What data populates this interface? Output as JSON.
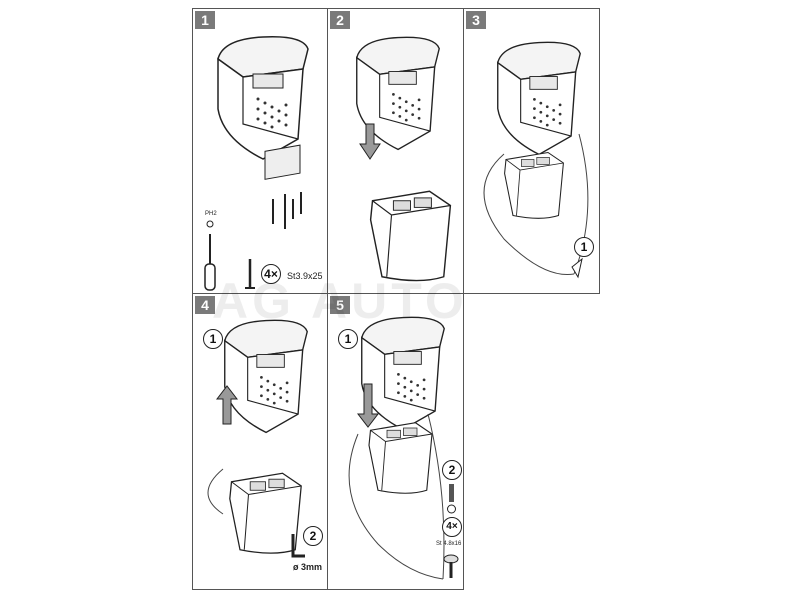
{
  "watermark": "AG AUTO",
  "steps": [
    {
      "number": "1",
      "tool_label": "PH2",
      "quantity": "4×",
      "screw_spec": "St3.9x25"
    },
    {
      "number": "2"
    },
    {
      "number": "3",
      "callout": "1"
    },
    {
      "number": "4",
      "callout_top": "1",
      "callout_bottom": "2",
      "drill_label": "ø 3mm"
    },
    {
      "number": "5",
      "callout_top": "1",
      "callout_bottom": "2",
      "quantity": "4×",
      "screw_spec": "St 4.8x16"
    }
  ]
}
